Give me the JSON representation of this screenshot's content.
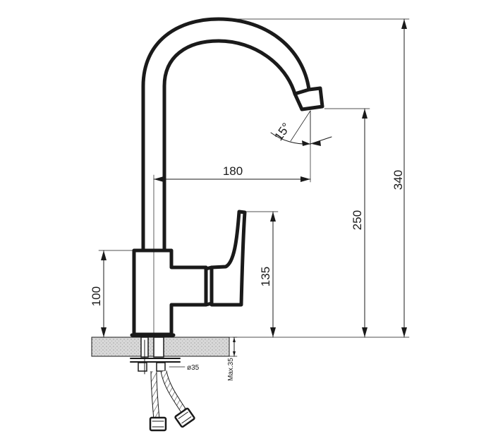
{
  "dimensions": {
    "total_height": "340",
    "spout_height": "250",
    "spout_reach": "180",
    "lever_height": "135",
    "body_height": "100",
    "spout_angle": "15°",
    "hole_diameter": "ø35",
    "max_thickness": "Max.35"
  },
  "colors": {
    "line": "#1a1a1a",
    "counter_fill": "#d8d8d8"
  }
}
